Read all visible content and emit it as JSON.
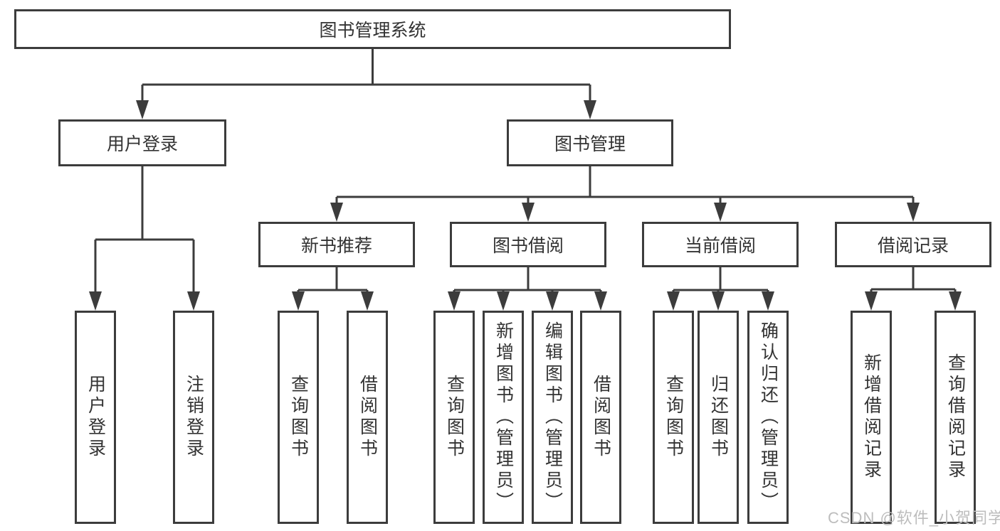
{
  "page": {
    "background": "#ffffff",
    "line_color": "#3c3c3c",
    "text_color": "#333333"
  },
  "diagram": {
    "type": "tree",
    "root": {
      "label": "图书管理系统"
    },
    "level2": [
      {
        "label": "用户登录"
      },
      {
        "label": "图书管理"
      }
    ],
    "level3": [
      {
        "label": "新书推荐"
      },
      {
        "label": "图书借阅"
      },
      {
        "label": "当前借阅"
      },
      {
        "label": "借阅记录"
      }
    ],
    "leaves": {
      "user_login": [
        "用户登录",
        "注销登录"
      ],
      "new_books": [
        "查询图书",
        "借阅图书"
      ],
      "book_borrow": [
        "查询图书",
        "新增图书（管理员）",
        "编辑图书（管理员）",
        "借阅图书"
      ],
      "current_borrow": [
        "查询图书",
        "归还图书",
        "确认归还（管理员）"
      ],
      "borrow_records": [
        "新增借阅记录",
        "查询借阅记录"
      ]
    }
  },
  "watermark": {
    "text": "CSDN @软件_小贺同学",
    "color": "#bdbdbd"
  }
}
